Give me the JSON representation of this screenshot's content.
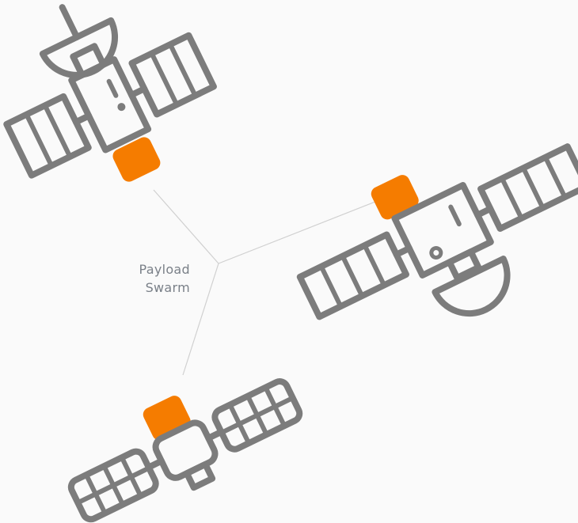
{
  "diagram": {
    "label": {
      "line1": "Payload",
      "line2": "Swarm"
    },
    "colors": {
      "background": "#fafafa",
      "outline": "#7c7c7c",
      "payload": "#f57c00",
      "connector": "#d0d0d0",
      "label": "#7a8088"
    },
    "nodes": [
      {
        "type": "satellite",
        "icon": "dish-satellite-icon"
      },
      {
        "type": "satellite",
        "icon": "dish-satellite-icon"
      },
      {
        "type": "satellite",
        "icon": "panel-satellite-icon"
      }
    ]
  }
}
